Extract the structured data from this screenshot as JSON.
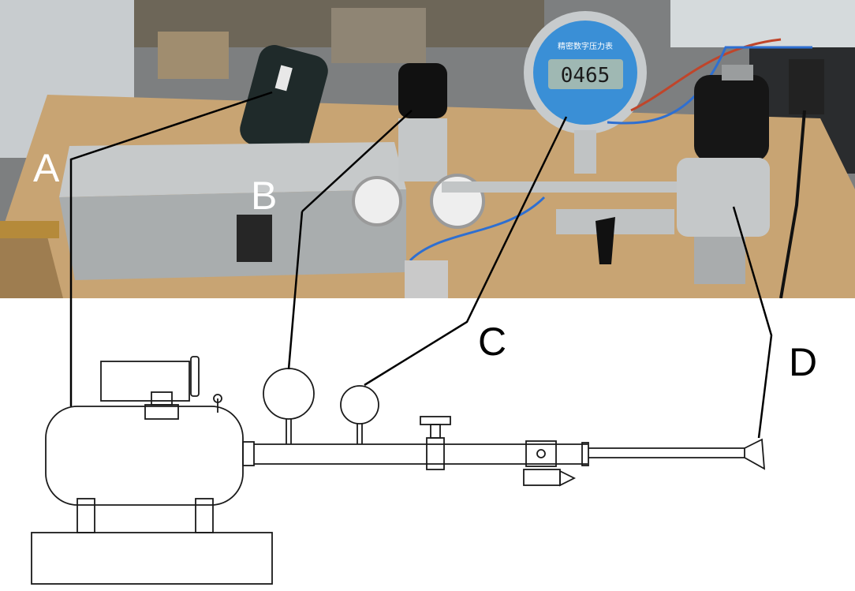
{
  "figure": {
    "photo": {
      "labels": [
        "A",
        "B"
      ],
      "pressure_gauge_brand": "精密数字压力表",
      "gauge_reading": "0465"
    },
    "schematic": {
      "labels": [
        "C",
        "D"
      ]
    }
  },
  "colors": {
    "photo_background": "#8a8a8a",
    "board": "#c9a878",
    "metal": "#b9bcbd",
    "gauge_face": "#3a8fd6",
    "line": "#1a1a1a"
  }
}
